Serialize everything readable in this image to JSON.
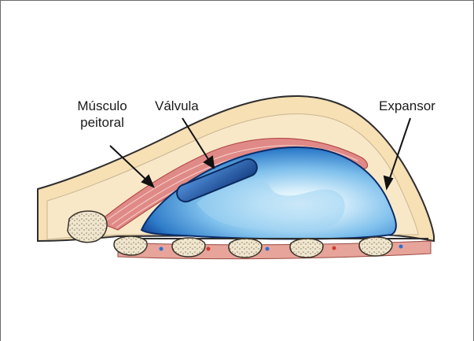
{
  "labels": {
    "musculo_line1": "Músculo",
    "musculo_line2": "peitoral",
    "valvula": "Válvula",
    "expansor": "Expansor"
  },
  "colors": {
    "skin": "#f6e0b4",
    "skin_outline": "#3a3a3a",
    "muscle": "#d97a7a",
    "expander_light": "#dff1fb",
    "expander_mid": "#3a8fd6",
    "expander_dark": "#0d3f8f",
    "valve": "#1d5fb0",
    "rib": "#ece4cf",
    "vessel": "#c86a5e"
  }
}
